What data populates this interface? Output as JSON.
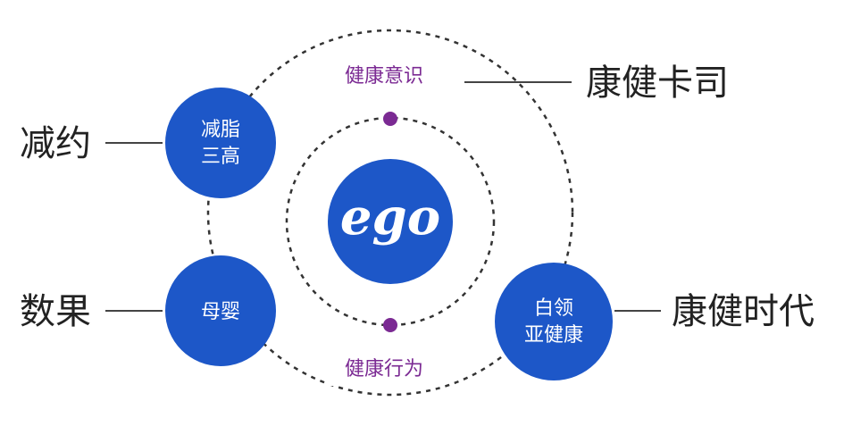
{
  "colors": {
    "node_fill": "#1d57c8",
    "accent_purple": "#7b2a93",
    "ring_stroke": "#333333",
    "connector": "#444444",
    "outer_text": "#222222"
  },
  "center": {
    "logo_text": "ego"
  },
  "ring_labels": {
    "top": "健康意识",
    "bottom": "健康行为"
  },
  "nodes": {
    "top_left": {
      "line1": "减脂",
      "line2": "三高"
    },
    "bottom_left": {
      "line1": "母婴"
    },
    "right": {
      "line1": "白领",
      "line2": "亚健康"
    }
  },
  "outer_labels": {
    "top_right": "康健卡司",
    "left_top": "减约",
    "left_bottom": "数果",
    "right": "康健时代"
  }
}
